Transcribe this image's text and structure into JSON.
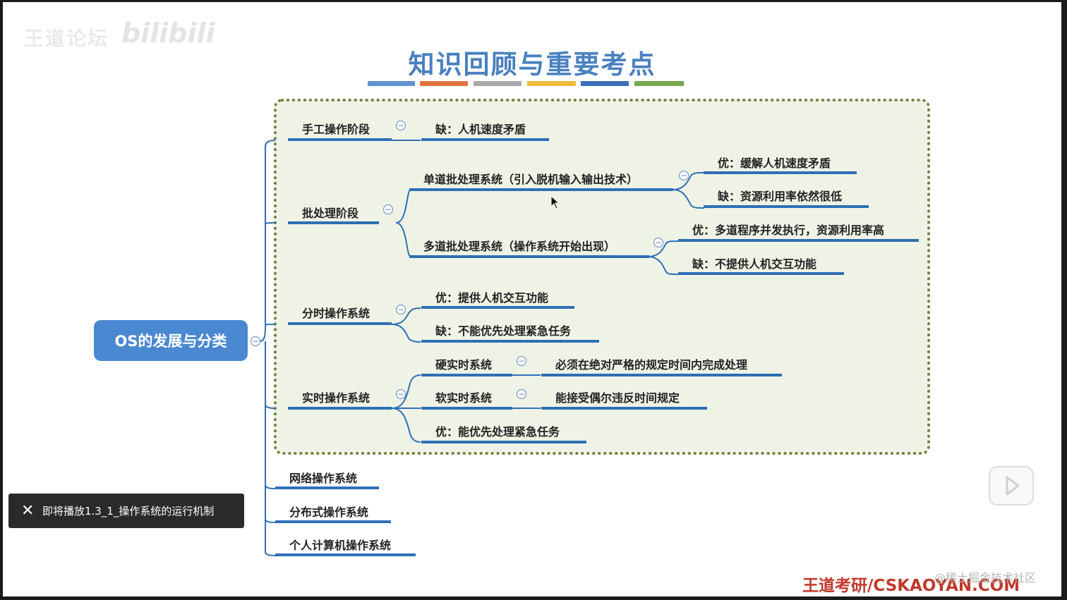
{
  "watermark": {
    "brand_text": "王道论坛",
    "bili_text": "bilibili"
  },
  "title": "知识回顾与重要考点",
  "colors": {
    "bars": [
      "#5f93d0",
      "#e0743d",
      "#a8a8a8",
      "#f0b93a",
      "#3f6fb8",
      "#76a84c"
    ],
    "accent": "#4a88d2",
    "frame_border": "#6e7d3c"
  },
  "root": "OS的发展与分类",
  "branches": {
    "manual": {
      "label": "手工操作阶段",
      "items": [
        "缺：人机速度矛盾"
      ]
    },
    "batch": {
      "label": "批处理阶段",
      "single": {
        "label": "单道批处理系统（引入脱机输入输出技术）",
        "items": [
          "优：缓解人机速度矛盾",
          "缺：资源利用率依然很低"
        ]
      },
      "multi": {
        "label": "多道批处理系统（操作系统开始出现）",
        "items": [
          "优：多道程序并发执行，资源利用率高",
          "缺：不提供人机交互功能"
        ]
      }
    },
    "timeshare": {
      "label": "分时操作系统",
      "items": [
        "优：提供人机交互功能",
        "缺：不能优先处理紧急任务"
      ]
    },
    "realtime": {
      "label": "实时操作系统",
      "hard": {
        "label": "硬实时系统",
        "detail": "必须在绝对严格的规定时间内完成处理"
      },
      "soft": {
        "label": "软实时系统",
        "detail": "能接受偶尔违反时间规定"
      },
      "pro": "优：能优先处理紧急任务"
    },
    "network": "网络操作系统",
    "distributed": "分布式操作系统",
    "personal": "个人计算机操作系统"
  },
  "toast": {
    "close_icon": "close-icon",
    "text": "即将播放1.3_1_操作系统的运行机制"
  },
  "footer": "王道考研/CSKAOYAN.COM",
  "community": "@稀土掘金技术社区"
}
